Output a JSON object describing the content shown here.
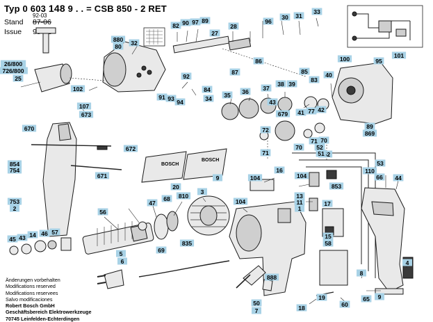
{
  "header": {
    "title_prefix": "Typ 0 603 ",
    "title_bold": "148",
    "title_suffix": " 9 . .  = CSB 850 - 2 RET",
    "stand_label": "Stand",
    "stand_old": "87-06",
    "stand_new": "92-03",
    "issue_label": "Issue",
    "issue_value": "95-01"
  },
  "footer": {
    "lines": [
      "Änderungen vorbehalten",
      "Modifications reserved",
      "Modifications reservees",
      "Salvo modificaciones"
    ],
    "company": [
      "Robert Bosch GmbH",
      "Geschäftsbereich Elektrowerkzeuge",
      "70745 Leinfelden-Echterdingen"
    ]
  },
  "brand_text": "BOSCH",
  "callouts": [
    "880",
    "80",
    "82",
    "90",
    "97",
    "89",
    "32",
    "27",
    "28",
    "96",
    "30",
    "31",
    "33",
    "26/800",
    "726/800",
    "25",
    "102",
    "92",
    "87",
    "86",
    "85",
    "83",
    "40",
    "100",
    "95",
    "101",
    "107",
    "673",
    "84",
    "34",
    "91",
    "93",
    "94",
    "35",
    "36",
    "37",
    "38",
    "39",
    "679",
    "41",
    "77",
    "42",
    "43",
    "89",
    "869",
    "670",
    "672",
    "854",
    "754",
    "671",
    "20",
    "9",
    "72",
    "71",
    "71",
    "70",
    "70",
    "852",
    "52",
    "51",
    "53",
    "110",
    "104",
    "16",
    "104",
    "853",
    "753",
    "2",
    "3",
    "56",
    "47",
    "68",
    "810",
    "13",
    "11",
    "1",
    "104",
    "17",
    "15",
    "58",
    "66",
    "44",
    "45",
    "43",
    "14",
    "46",
    "57",
    "69",
    "835",
    "5",
    "6",
    "888",
    "7",
    "18",
    "19",
    "60",
    "65",
    "4",
    "8",
    "50",
    "9"
  ]
}
